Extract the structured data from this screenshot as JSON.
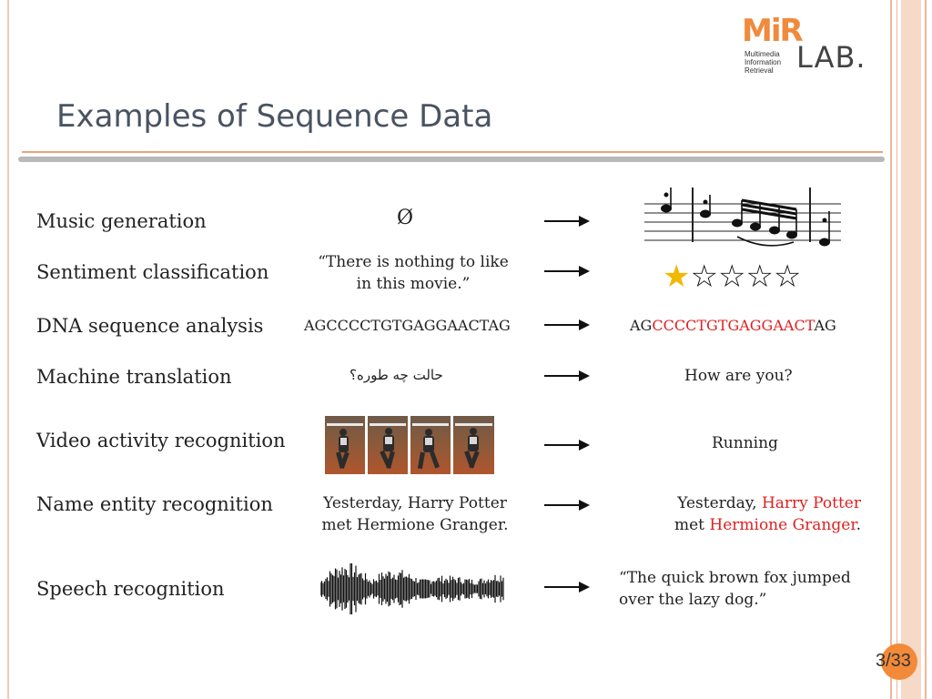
{
  "logo": {
    "brand_top": "MiR",
    "brand_bottom": "LAB.",
    "sub_lines": [
      "Multimedia",
      "Information",
      "Retrieval"
    ]
  },
  "slide": {
    "title": "Examples of Sequence Data",
    "page": "3/33"
  },
  "rows": [
    {
      "label": "Music generation",
      "input": "Ø"
    },
    {
      "label": "Sentiment classification",
      "input_lines": [
        "“There is nothing to like",
        "in this movie.”"
      ],
      "rating": 1,
      "rating_max": 5
    },
    {
      "label": "DNA sequence analysis",
      "input": "AGCCCCTGTGAGGAACTAG",
      "output_parts": {
        "pre": "AG",
        "highlight": "CCCCTGTGAGGAACT",
        "post": "AG"
      }
    },
    {
      "label": "Machine translation",
      "input": "حالت چه طوره؟",
      "output": "How are you?"
    },
    {
      "label": "Video activity recognition",
      "output": "Running"
    },
    {
      "label": "Name entity recognition",
      "input_lines": [
        "Yesterday, Harry Potter",
        "met Hermione Granger."
      ],
      "output_line1": {
        "pre": "Yesterday, ",
        "entity": "Harry Potter"
      },
      "output_line2": {
        "pre": "met ",
        "entity": "Hermione Granger",
        "post": "."
      }
    },
    {
      "label": "Speech recognition",
      "output_lines": [
        "“The quick brown fox jumped",
        "over the lazy dog.”"
      ]
    }
  ],
  "colors": {
    "accent": "#f28a3a",
    "highlight": "#e02020",
    "star": "#f2b800",
    "title": "#4a5361"
  }
}
